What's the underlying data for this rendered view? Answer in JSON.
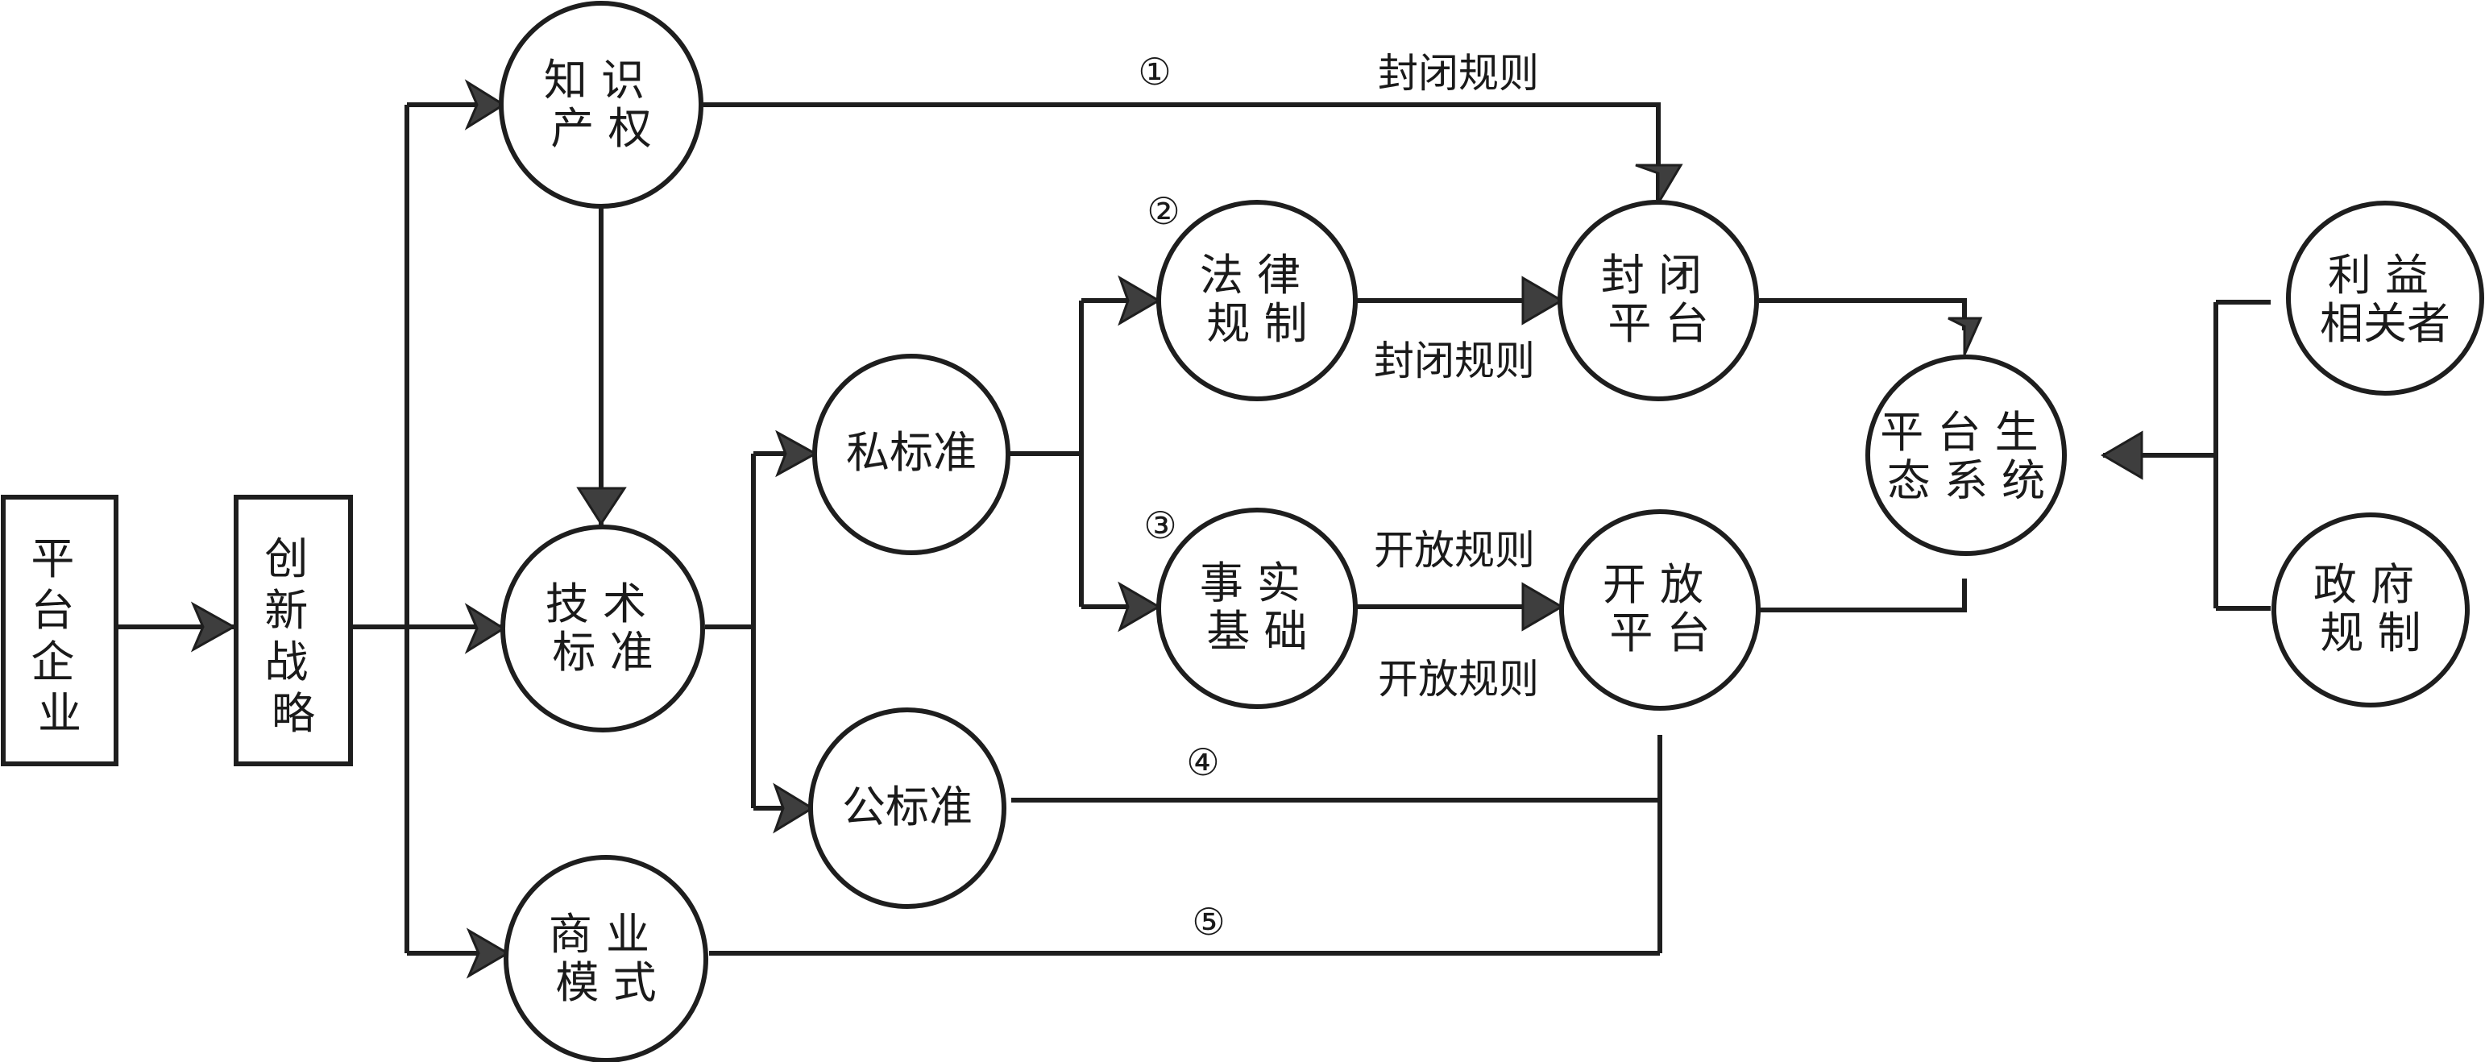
{
  "diagram": {
    "nodes": {
      "platform_enterprise": {
        "lines": [
          "平",
          "台",
          "企",
          "业"
        ]
      },
      "innovation_strategy": {
        "lines": [
          "创",
          "新",
          "战",
          "略"
        ]
      },
      "intellectual_property": {
        "lines": [
          "知 识",
          "产 权"
        ]
      },
      "technical_standard": {
        "lines": [
          "技 术",
          "标 准"
        ]
      },
      "business_model": {
        "lines": [
          "商 业",
          "模 式"
        ]
      },
      "private_standard": {
        "lines": [
          "私标准"
        ]
      },
      "public_standard": {
        "lines": [
          "公标准"
        ]
      },
      "legal_regulation": {
        "lines": [
          "法 律",
          "规 制"
        ]
      },
      "de_facto_basis": {
        "lines": [
          "事 实",
          "基 础"
        ]
      },
      "closed_platform": {
        "lines": [
          "封 闭",
          "平 台"
        ]
      },
      "open_platform": {
        "lines": [
          "开 放",
          "平 台"
        ]
      },
      "platform_ecosystem": {
        "lines": [
          "平 台 生",
          "态 系 统"
        ]
      },
      "stakeholders": {
        "lines": [
          "利 益",
          "相关者"
        ]
      },
      "government_regulation": {
        "lines": [
          "政 府",
          "规 制"
        ]
      }
    },
    "edge_labels": {
      "closed_rule_top": "封闭规则",
      "closed_rule_mid": "封闭规则",
      "open_rule_upper": "开放规则",
      "open_rule_lower": "开放规则"
    },
    "path_numbers": {
      "p1": "①",
      "p2": "②",
      "p3": "③",
      "p4": "④",
      "p5": "⑤"
    }
  }
}
